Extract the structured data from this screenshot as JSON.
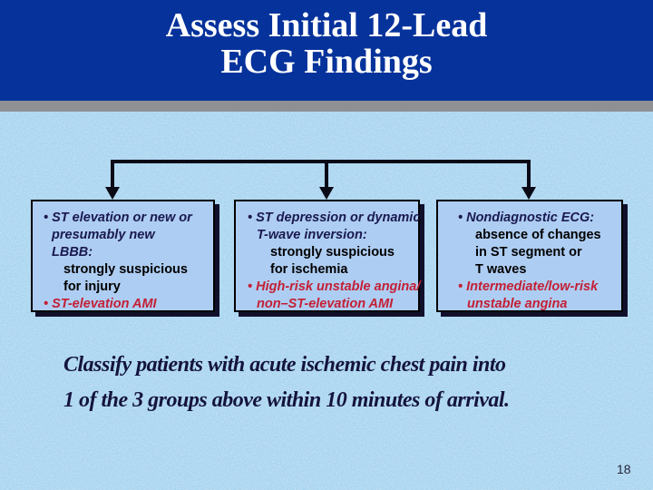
{
  "slide": {
    "title_lines": [
      "Assess Initial 12-Lead",
      "ECG Findings"
    ],
    "footer_lines": [
      "Classify patients with acute ischemic chest pain into",
      "1 of the 3 groups above within 10 minutes of arrival."
    ],
    "page_number": "18",
    "colors": {
      "header_bg": "#05329b",
      "divider": "#8f9093",
      "body_bg": "#9ecfee",
      "box_bg": "#aecdf2",
      "box_shadow": "#10102a",
      "bullet_blue": "#191950",
      "bullet_red": "#c32036",
      "title_text": "#ffffff",
      "footer_text": "#14143e",
      "arrow": "#0a0a16"
    },
    "boxes": [
      {
        "id": "st-elevation",
        "lines": [
          {
            "text": "• ST elevation or new or",
            "style": "blue-bullet"
          },
          {
            "text": "presumably new",
            "style": "blue-cont"
          },
          {
            "text": "LBBB:",
            "style": "blue-cont"
          },
          {
            "text": "strongly suspicious",
            "style": "black-sub"
          },
          {
            "text": "for injury",
            "style": "black-sub"
          },
          {
            "text": "• ST-elevation AMI",
            "style": "red-bullet"
          }
        ]
      },
      {
        "id": "st-depression",
        "lines": [
          {
            "text": "• ST depression or dynamic",
            "style": "blue-bullet"
          },
          {
            "text": "T-wave inversion:",
            "style": "blue-cont"
          },
          {
            "text": "strongly suspicious",
            "style": "black-sub"
          },
          {
            "text": "for ischemia",
            "style": "black-sub"
          },
          {
            "text": "• High-risk unstable angina/",
            "style": "red-bullet"
          },
          {
            "text": "non–ST-elevation AMI",
            "style": "red-cont"
          }
        ]
      },
      {
        "id": "nondiagnostic",
        "lines": [
          {
            "text": "• Nondiagnostic ECG:",
            "style": "blue-bullet"
          },
          {
            "text": "absence of changes",
            "style": "black-sub"
          },
          {
            "text": "in ST segment or",
            "style": "black-sub"
          },
          {
            "text": "T waves",
            "style": "black-sub"
          },
          {
            "text": "• Intermediate/low-risk",
            "style": "red-bullet"
          },
          {
            "text": "unstable angina",
            "style": "red-cont"
          }
        ]
      }
    ]
  }
}
